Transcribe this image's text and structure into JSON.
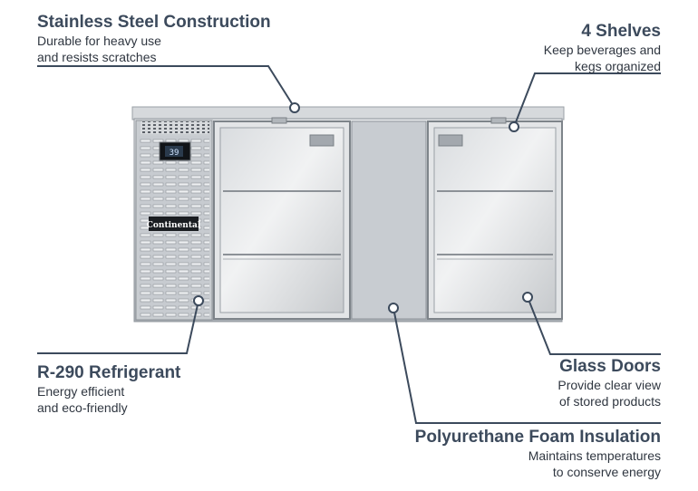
{
  "callouts": {
    "steel": {
      "title": "Stainless Steel Construction",
      "line1": "Durable for heavy use",
      "line2": "and resists scratches"
    },
    "shelves": {
      "title": "4 Shelves",
      "line1": "Keep beverages and",
      "line2": "kegs organized"
    },
    "refrigerant": {
      "title": "R-290 Refrigerant",
      "line1": "Energy efficient",
      "line2": "and eco-friendly"
    },
    "glass": {
      "title": "Glass Doors",
      "line1": "Provide clear view",
      "line2": "of stored products"
    },
    "foam": {
      "title": "Polyurethane Foam Insulation",
      "line1": "Maintains temperatures",
      "line2": "to conserve energy"
    }
  },
  "product": {
    "brand_logo": "Continental",
    "temperature_display": "39"
  },
  "colors": {
    "title": "#3c4a5c",
    "callout_line": "#3c4a5c",
    "steel": "#c9ccd1"
  }
}
